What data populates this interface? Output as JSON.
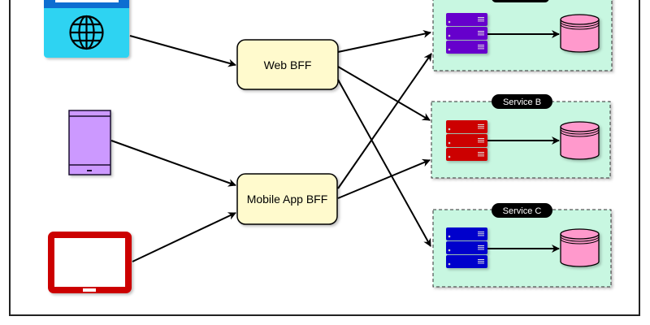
{
  "clients": [
    {
      "id": "browser",
      "icon": "web-browser-globe-icon",
      "color": "#2ED3F2"
    },
    {
      "id": "phone",
      "icon": "mobile-phone-icon",
      "color": "#CC99FF"
    },
    {
      "id": "tablet",
      "icon": "tablet-icon",
      "color": "#CC0000"
    }
  ],
  "bffs": [
    {
      "id": "web",
      "label": "Web BFF"
    },
    {
      "id": "mobile",
      "label": "Mobile App BFF"
    }
  ],
  "services": [
    {
      "id": "a",
      "label": "",
      "server_color": "#6600CC"
    },
    {
      "id": "b",
      "label": "Service B",
      "server_color": "#CC0000"
    },
    {
      "id": "c",
      "label": "Service C",
      "server_color": "#0000CC"
    }
  ],
  "colors": {
    "bff_fill": "#FFFACD",
    "service_fill": "#C8F7E1",
    "database_fill": "#FF99CC"
  }
}
